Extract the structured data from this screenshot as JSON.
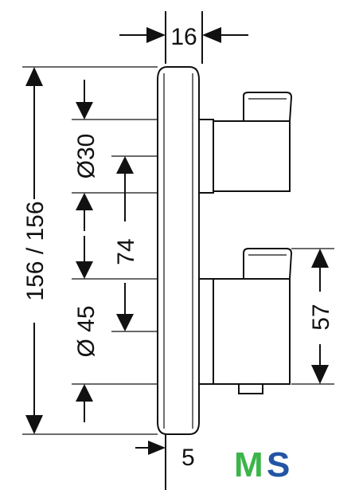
{
  "dimensions": {
    "depth": "16",
    "total_height": "156 / 156",
    "upper_diameter": "Ø30",
    "lower_diameter": "Ø 45",
    "spacing": "74",
    "handle_height": "57",
    "bottom_partial": "5"
  },
  "logo": {
    "letter_m": "M",
    "letter_s": "S",
    "m_color": "#3bb54a",
    "s_color": "#2255a4"
  }
}
